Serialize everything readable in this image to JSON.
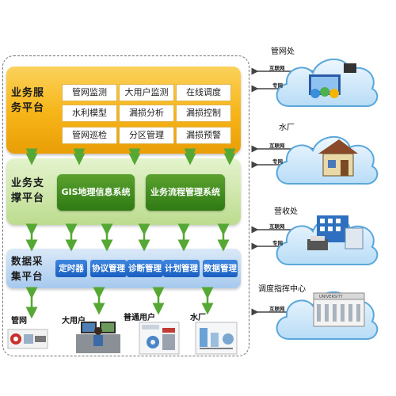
{
  "service_platform": {
    "label": "业务服\n务平台",
    "items": [
      "管网监测",
      "大用户监测",
      "在线调度",
      "水利模型",
      "漏损分析",
      "漏损控制",
      "管网巡检",
      "分区管理",
      "漏损预警"
    ]
  },
  "support_platform": {
    "label": "业务支\n撑平台",
    "items": [
      "GIS地理信息系统",
      "业务流程管理系统"
    ]
  },
  "collect_platform": {
    "label": "数据采\n集平台",
    "items": [
      "定时器",
      "协议管理",
      "诊断管理",
      "计划管理",
      "数据管理"
    ]
  },
  "field_devices": [
    "管网",
    "大用户",
    "普通用户",
    "水厂"
  ],
  "clouds": [
    {
      "title": "管网处",
      "links": [
        "互联网",
        "专网"
      ]
    },
    {
      "title": "水厂",
      "links": [
        "互联网",
        "专网"
      ]
    },
    {
      "title": "营收处",
      "links": [
        "互联网",
        "专网"
      ]
    },
    {
      "title": "调度指挥中心",
      "links": [
        "互联网"
      ]
    }
  ],
  "building_sign": "UNIVERSITY",
  "colors": {
    "service": "#f6b417",
    "support": "#bcdc8e",
    "support_box": "#3a8a1e",
    "collect": "#a6c9ee",
    "collect_box": "#1f66c8",
    "cloud": "#3e9bd8"
  }
}
